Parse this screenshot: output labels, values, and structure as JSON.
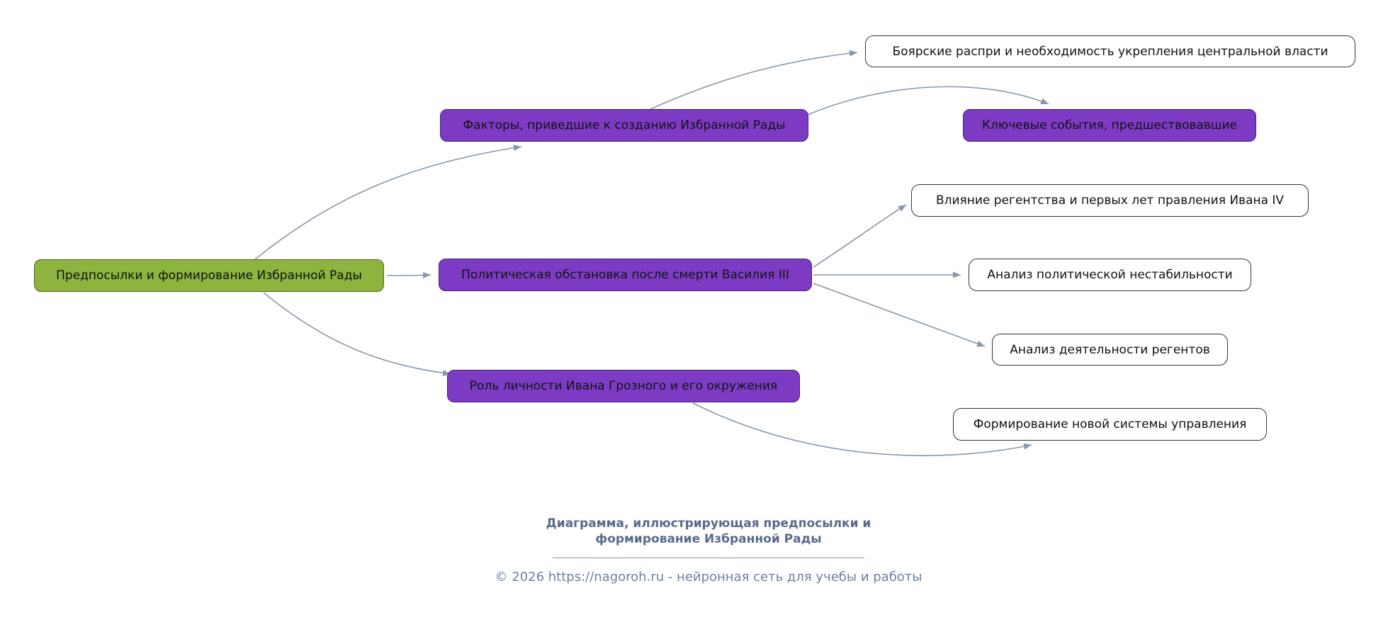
{
  "colors": {
    "root_fill": "#8cb43e",
    "root_border": "#55621f",
    "branch_fill": "#7d3bc4",
    "branch_border": "#44206f",
    "leaf_fill": "#ffffff",
    "leaf_border": "#333333",
    "edge": "#8897a8",
    "caption_text": "#5a6a8a",
    "footer_text": "#71809b"
  },
  "diagram": {
    "nodes": [
      {
        "id": "root",
        "type": "root",
        "label": "Предпосылки и формирование Избранной Рады"
      },
      {
        "id": "factors",
        "type": "branch",
        "label": "Факторы, приведшие к созданию Избранной Рады"
      },
      {
        "id": "politics",
        "type": "branch",
        "label": "Политическая обстановка после смерти Василия III"
      },
      {
        "id": "role",
        "type": "branch",
        "label": "Роль личности Ивана Грозного и его окружения"
      },
      {
        "id": "boyar",
        "type": "leaf",
        "label": "Боярские распри и необходимость укрепления центральной власти"
      },
      {
        "id": "events",
        "type": "branch",
        "label": "Ключевые события, предшествовавшие"
      },
      {
        "id": "regency",
        "type": "leaf",
        "label": "Влияние регентства и первых лет правления Ивана IV"
      },
      {
        "id": "instability",
        "type": "leaf",
        "label": "Анализ политической нестабильности"
      },
      {
        "id": "regents",
        "type": "leaf",
        "label": "Анализ деятельности регентов"
      },
      {
        "id": "system",
        "type": "leaf",
        "label": "Формирование новой системы управления"
      }
    ],
    "edges": [
      {
        "from": "root",
        "to": "factors"
      },
      {
        "from": "root",
        "to": "politics"
      },
      {
        "from": "root",
        "to": "role"
      },
      {
        "from": "factors",
        "to": "boyar"
      },
      {
        "from": "factors",
        "to": "events"
      },
      {
        "from": "politics",
        "to": "regency"
      },
      {
        "from": "politics",
        "to": "instability"
      },
      {
        "from": "politics",
        "to": "regents"
      },
      {
        "from": "role",
        "to": "system"
      }
    ]
  },
  "caption": {
    "line1": "Диаграмма, иллюстрирующая предпосылки и",
    "line2": "формирование Избранной Рады"
  },
  "footer": {
    "text": "© 2026 https://nagoroh.ru - нейронная сеть для учебы и работы"
  }
}
